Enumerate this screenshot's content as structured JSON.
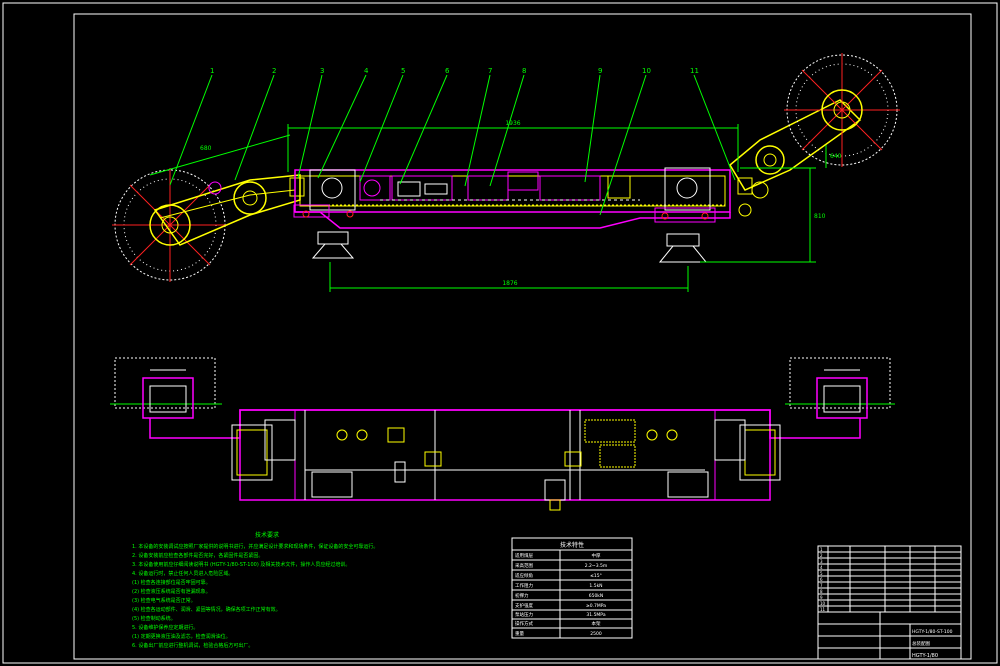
{
  "colors": {
    "background": "#000000",
    "frame": "#ffffff",
    "dimension": "#00ff00",
    "part": "#ff00ff",
    "detail": "#ffff00",
    "accent": "#ff2020",
    "blue": "#4040ff",
    "note": "#00ff00",
    "table": "#ffffff"
  },
  "balloons": [
    "1",
    "2",
    "3",
    "4",
    "5",
    "6",
    "7",
    "8",
    "9",
    "10",
    "11"
  ],
  "dimensions": {
    "overall_length": "1936",
    "wheelbase": "1876",
    "arm_length": "680",
    "height_left": "810",
    "height_right": "640"
  },
  "notes": {
    "title": "技术要求",
    "lines": [
      "1. 本设备的安装调试应按照厂家提供的说明书进行，并应满足设计要求和现场条件，保证设备的安全可靠运行。",
      "2. 设备安装前应检查各部件是否完好，各紧固件是否紧固。",
      "3. 本设备使用前应仔细阅读说明书 (HGTY-1/80-ST-100) 及相关技术文件，操作人员应经过培训。",
      "4. 设备运行时，禁止任何人员进入危险区域。",
      "   (1) 检查各连接部位是否牢固可靠。",
      "   (2) 检查液压系统是否有泄漏现象。",
      "   (3) 检查电气系统是否正常。",
      "   (4) 检查各运动部件、润滑、紧固等情况，确保各项工作正常有效。",
      "   (5) 检查制动系统。",
      "5. 设备维护保养应定期进行。",
      "   (1) 定期更换液压油及滤芯，检查润滑油位。",
      "6. 设备出厂前应进行整机调试，检验合格后方可出厂。"
    ]
  },
  "spec_table": {
    "title": "技术特性",
    "rows": [
      [
        "适用煤层",
        "中厚"
      ],
      [
        "采高范围",
        "2.2~3.5m"
      ],
      [
        "适应倾角",
        "≤15°"
      ],
      [
        "工作阻力",
        "1.5kN"
      ],
      [
        "初撑力",
        "650kN"
      ],
      [
        "支护强度",
        "≥0.7MPa"
      ],
      [
        "泵站压力",
        "31.5MPa"
      ],
      [
        "操作方式",
        "本架"
      ],
      [
        "重量",
        "2500"
      ]
    ]
  },
  "title_block": {
    "drawing_number": "HGTY-1/80-ST-100",
    "drawing_name": "总装配图",
    "code": "HGTY-1/80",
    "row_numbers": [
      "1",
      "2",
      "3",
      "4",
      "5",
      "6",
      "7",
      "8",
      "9",
      "10",
      "11"
    ]
  }
}
